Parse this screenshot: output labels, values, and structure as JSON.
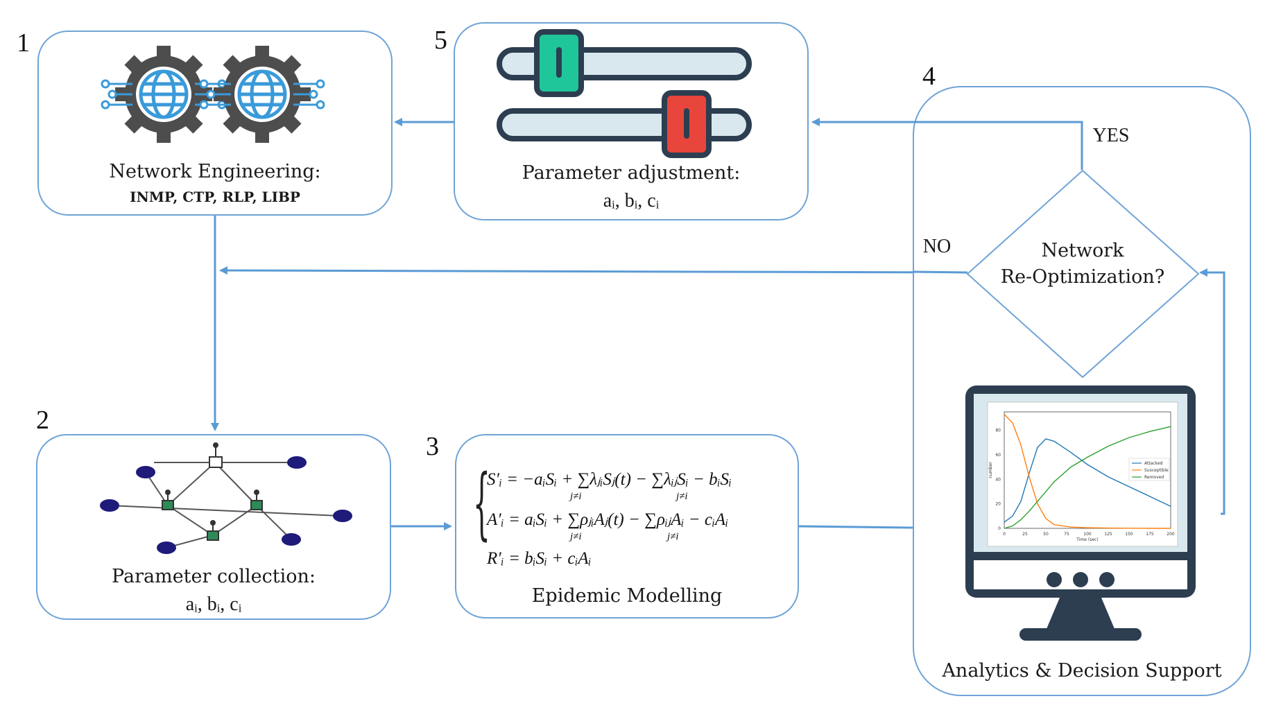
{
  "numbers": {
    "n1": "1",
    "n2": "2",
    "n3": "3",
    "n4": "4",
    "n5": "5"
  },
  "box1": {
    "title": "Network Engineering:",
    "subtitle": "INMP, CTP, RLP, LIBP",
    "icon": "gear-globe-icon"
  },
  "box2": {
    "title": "Parameter collection:",
    "params": "aᵢ, bᵢ, cᵢ",
    "icon": "network-graph-icon"
  },
  "box3": {
    "title": "Epidemic Modelling",
    "eq1_lhs": "S′ᵢ = −aᵢSᵢ + ",
    "eq1_rhs": "λⱼᵢSⱼ(t) − ",
    "eq1_rhs2": "λᵢⱼSᵢ − bᵢSᵢ",
    "eq2_lhs": "A′ᵢ = aᵢSᵢ + ",
    "eq2_rhs": "ρⱼᵢAⱼ(t) − ",
    "eq2_rhs2": "ρᵢⱼAᵢ − cᵢAᵢ",
    "eq3": "R′ᵢ = bᵢSᵢ + cᵢAᵢ",
    "sum_sub": "j≠i",
    "sum": "∑"
  },
  "box4": {
    "title": "Analytics & Decision Support",
    "icon": "monitor-icon"
  },
  "box5": {
    "title": "Parameter adjustment:",
    "params": "aᵢ, bᵢ, cᵢ",
    "icon": "slider-icon"
  },
  "decision": {
    "line1": "Network",
    "line2": "Re-Optimization?",
    "yes": "YES",
    "no": "NO"
  },
  "chart_data": {
    "type": "line",
    "xlabel": "Time (sec)",
    "ylabel": "number",
    "xlim": [
      0,
      200
    ],
    "ylim": [
      0,
      95
    ],
    "xticks": [
      "0",
      "25",
      "50",
      "75",
      "100",
      "125",
      "150",
      "175",
      "200"
    ],
    "yticks": [
      "0",
      "20",
      "40",
      "60",
      "80"
    ],
    "series": [
      {
        "name": "Attacked",
        "color": "#1f77b4",
        "x": [
          0,
          10,
          20,
          30,
          40,
          50,
          60,
          80,
          100,
          125,
          150,
          175,
          200
        ],
        "y": [
          5,
          10,
          22,
          45,
          66,
          73,
          71,
          62,
          52,
          42,
          34,
          26,
          18
        ]
      },
      {
        "name": "Susceptible",
        "color": "#ff7f0e",
        "x": [
          0,
          10,
          20,
          30,
          40,
          50,
          60,
          80,
          100,
          125,
          150,
          175,
          200
        ],
        "y": [
          93,
          86,
          68,
          42,
          20,
          8,
          3,
          1,
          0.5,
          0.2,
          0.1,
          0,
          0
        ]
      },
      {
        "name": "Removed",
        "color": "#2ca02c",
        "x": [
          0,
          10,
          20,
          30,
          40,
          50,
          60,
          80,
          100,
          125,
          150,
          175,
          200
        ],
        "y": [
          0,
          2,
          7,
          14,
          22,
          30,
          38,
          50,
          58,
          67,
          74,
          79,
          83
        ]
      }
    ]
  },
  "colors": {
    "arrow": "#5b9bd5",
    "border": "#6fa3d6",
    "gear": "#4d4d4d",
    "globe": "#3a9ad9",
    "slider_green": "#1fc69a",
    "slider_red": "#e8453c",
    "node": "#1f1b7a",
    "node_green": "#2e8b57"
  }
}
